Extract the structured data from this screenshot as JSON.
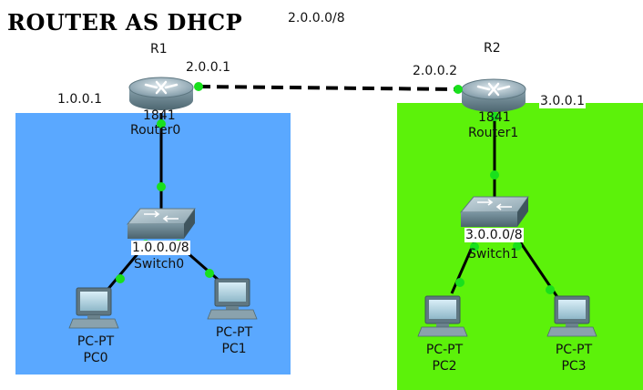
{
  "title": "ROUTER AS DHCP",
  "wan_network": "2.0.0.0/8",
  "colors": {
    "lan_left": "#5aa8ff",
    "lan_right": "#5cf20a",
    "link": "#000000",
    "port": "#19e01c"
  },
  "routers": [
    {
      "label": "R1",
      "model": "1841",
      "name": "Router0",
      "wan_ip": "2.0.0.1",
      "lan_ip": "1.0.0.1"
    },
    {
      "label": "R2",
      "model": "1841",
      "name": "Router1",
      "wan_ip": "2.0.0.2",
      "lan_ip": "3.0.0.1"
    }
  ],
  "switches": [
    {
      "network": "1.0.0.0/8",
      "name": "Switch0"
    },
    {
      "network": "3.0.0.0/8",
      "name": "Switch1"
    }
  ],
  "pcs": [
    {
      "type": "PC-PT",
      "name": "PC0"
    },
    {
      "type": "PC-PT",
      "name": "PC1"
    },
    {
      "type": "PC-PT",
      "name": "PC2"
    },
    {
      "type": "PC-PT",
      "name": "PC3"
    }
  ]
}
